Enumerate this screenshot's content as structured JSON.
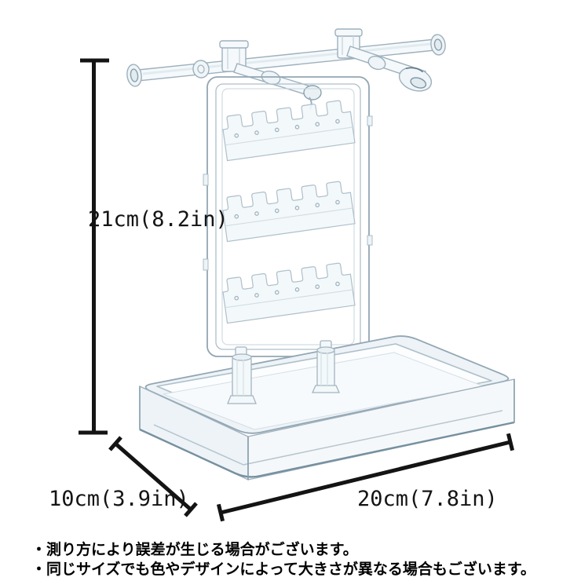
{
  "dimensions": {
    "height_label": "21cm(8.2in)",
    "depth_label": "10cm(3.9in)",
    "width_label": "20cm(7.8in)"
  },
  "notes": {
    "items": [
      "・測り方により誤差が生じる場合がございます。",
      "・同じサイズでも色やデザインによって大きさが異なる場合もございます。"
    ]
  },
  "colors": {
    "background": "#ffffff",
    "dimension_line": "#141414",
    "text": "#000000",
    "acrylic_stroke": "#9db0bd",
    "acrylic_fill": "#f3f8fa"
  }
}
